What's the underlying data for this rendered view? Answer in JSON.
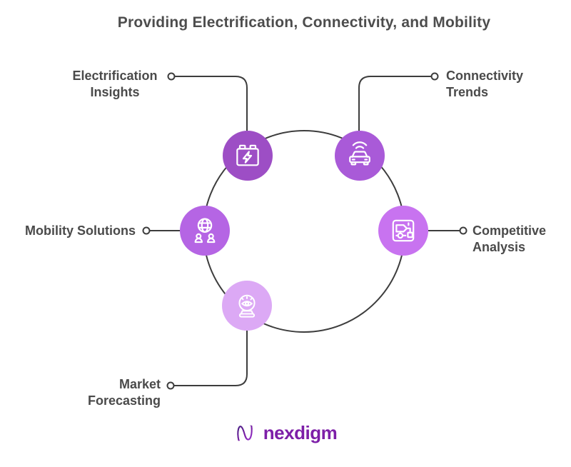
{
  "title": "Providing Electrification, Connectivity, and Mobility",
  "nodes": [
    {
      "id": "electrification-insights",
      "label": "Electrification\nInsights",
      "icon": "battery-bolt-icon",
      "color": "#9d4ec5"
    },
    {
      "id": "connectivity-trends",
      "label": "Connectivity\nTrends",
      "icon": "connected-car-icon",
      "color": "#a95ad8"
    },
    {
      "id": "mobility-solutions",
      "label": "Mobility Solutions",
      "icon": "globe-people-icon",
      "color": "#b565e4"
    },
    {
      "id": "competitive-analysis",
      "label": "Competitive\nAnalysis",
      "icon": "circuit-chip-icon",
      "color": "#c873f0"
    },
    {
      "id": "market-forecasting",
      "label": "Market\nForecasting",
      "icon": "crystal-ball-icon",
      "color": "#dca9f5"
    }
  ],
  "logo": {
    "text": "nexdigm"
  },
  "colors": {
    "line": "#3d3d3d",
    "label_text": "#4a4a4a",
    "title_text": "#4d4d4d",
    "logo_purple": "#7d1fa8",
    "icon_stroke": "#ffffff"
  }
}
